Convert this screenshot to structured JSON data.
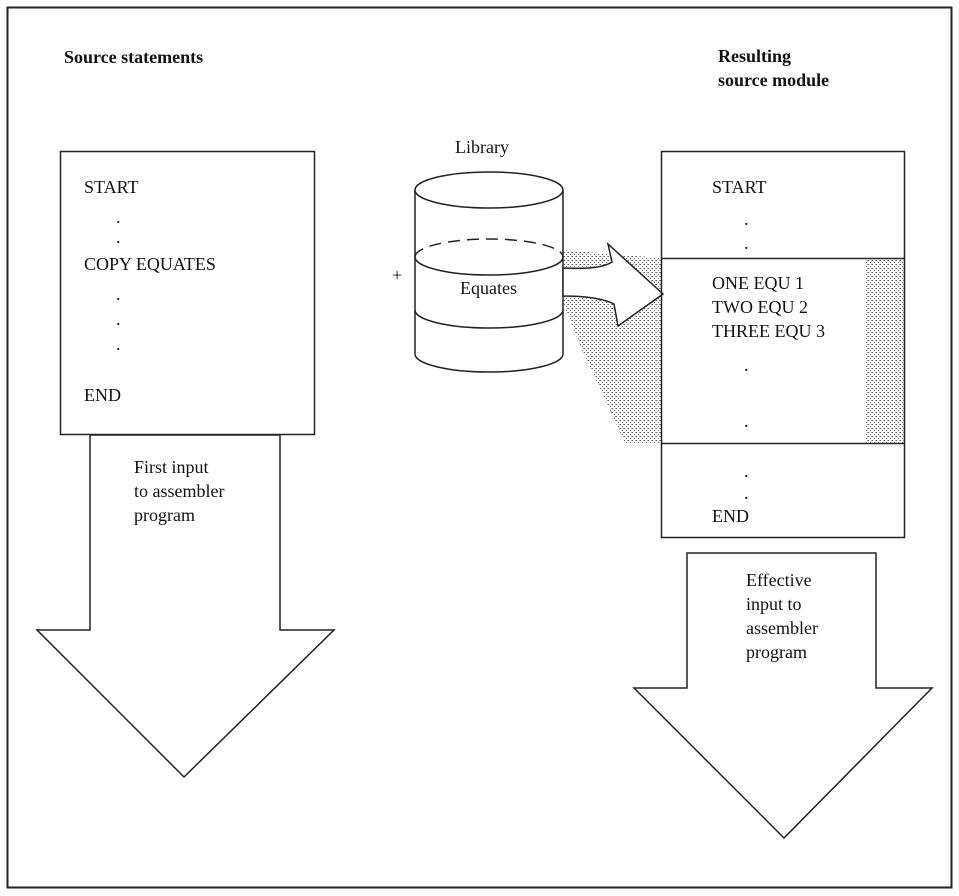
{
  "left": {
    "heading": "Source statements",
    "lines": [
      "START",
      "COPY EQUATES",
      "END"
    ],
    "arrow_text": "First input\nto assembler\nprogram"
  },
  "library": {
    "label": "Library",
    "plus": "+",
    "member": "Equates"
  },
  "right": {
    "heading": "Resulting\nsource module",
    "start": "START",
    "copied": [
      "ONE EQU 1",
      "TWO EQU 2",
      "THREE EQU 3"
    ],
    "end": "END",
    "arrow_text": "Effective\ninput to\nassembler\nprogram"
  },
  "dot": "."
}
